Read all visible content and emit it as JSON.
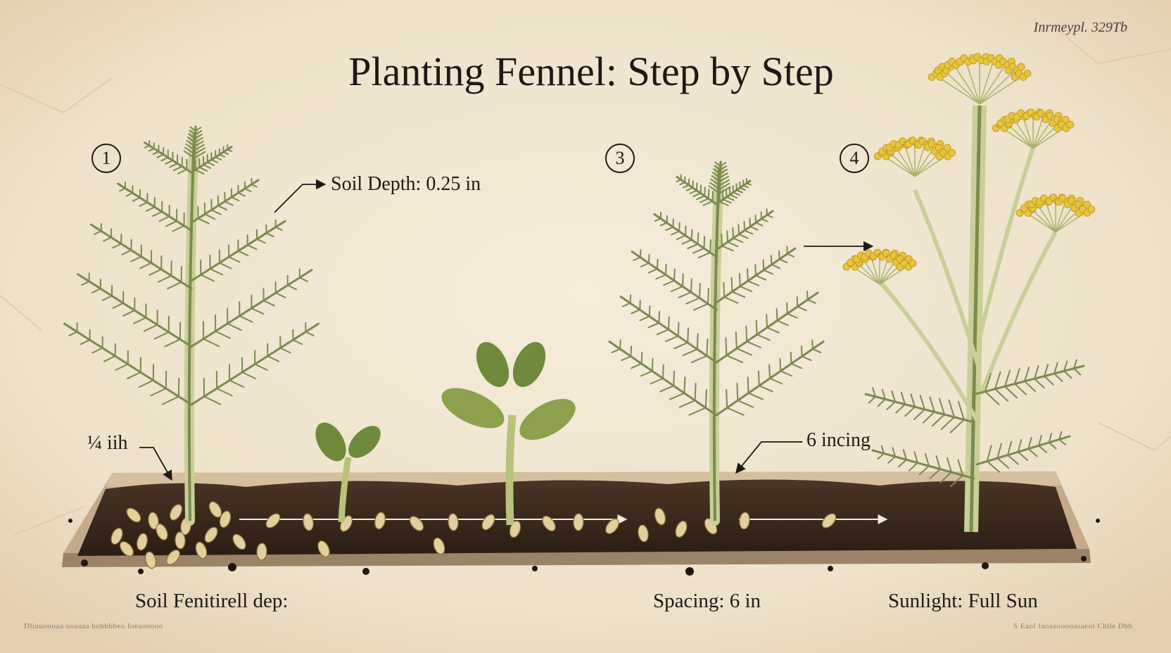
{
  "header": {
    "title": "Planting Fennel: Step by Step",
    "catalog_mark": "Inrmeypl. 329Tb"
  },
  "steps": [
    {
      "number": "1"
    },
    {
      "number": "3"
    },
    {
      "number": "4"
    }
  ],
  "annotations": {
    "soil_depth": "Soil Depth: 0.25 in",
    "quarter_inch": "¼ iih",
    "spacing_note": "6 incing"
  },
  "captions": {
    "left": "Soil Fenitirell dep:",
    "middle": "Spacing: 6 in",
    "right": "Sunlight: Full Sun"
  },
  "footer": {
    "left_fine": "Dlinuoooaa ooaaaa bobbbbeo Ioeaooooo",
    "right_fine": "S Eaol Iaoaaooooasaeol Chlle Dbb"
  },
  "colors": {
    "paper": "#efe4cf",
    "soil": "#3a2a1e",
    "foliage": "#7b8a4f",
    "stem": "#c9cf97",
    "flower": "#e8c53a",
    "seed": "#e3cf9b",
    "bed_frame": "#b39a7d"
  },
  "icons": [
    "step-number-circle",
    "arrow-icon",
    "fennel-plant",
    "seedling",
    "seed",
    "umbel-flower"
  ]
}
